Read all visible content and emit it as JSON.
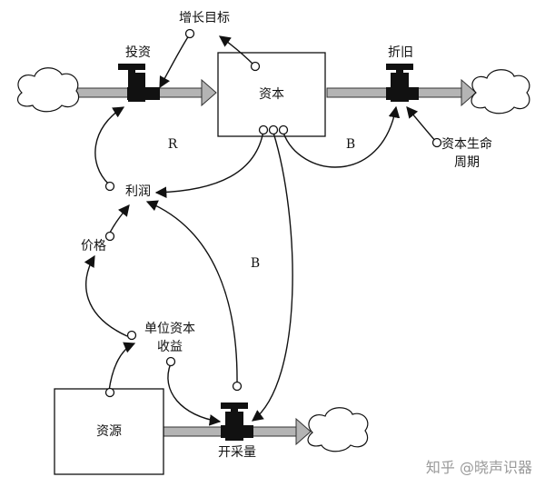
{
  "labels": {
    "growth_target": "增长目标",
    "investment": "投资",
    "capital": "资本",
    "depreciation": "折旧",
    "capital_lifetime_line1": "资本生命",
    "capital_lifetime_line2": "周期",
    "loop_r": "R",
    "loop_b_upper": "B",
    "profit": "利润",
    "price": "价格",
    "loop_b_lower": "B",
    "unit_revenue_line1": "单位资本",
    "unit_revenue_line2": "收益",
    "resource": "资源",
    "extraction": "开采量"
  },
  "watermark": "知乎 @晓声识器",
  "colors": {
    "pipe": "#b4b4b4",
    "ink": "#111111",
    "watermark": "#9a9a9a"
  }
}
